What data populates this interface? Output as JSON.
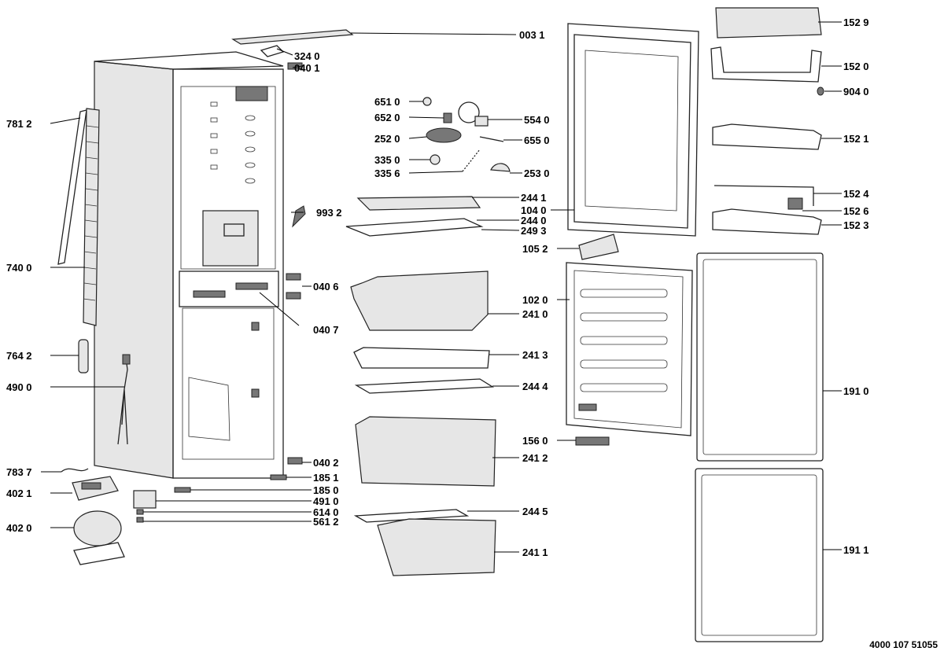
{
  "document_number": "4000 107 51055",
  "labels": [
    {
      "id": "003_1",
      "text": "003 1"
    },
    {
      "id": "324_0",
      "text": "324 0"
    },
    {
      "id": "040_1",
      "text": "040 1"
    },
    {
      "id": "781_2",
      "text": "781 2"
    },
    {
      "id": "651_0",
      "text": "651 0"
    },
    {
      "id": "652_0",
      "text": "652 0"
    },
    {
      "id": "554_0",
      "text": "554 0"
    },
    {
      "id": "252_0",
      "text": "252 0"
    },
    {
      "id": "655_0",
      "text": "655 0"
    },
    {
      "id": "335_0",
      "text": "335 0"
    },
    {
      "id": "335_6",
      "text": "335 6"
    },
    {
      "id": "253_0",
      "text": "253 0"
    },
    {
      "id": "244_1",
      "text": "244 1"
    },
    {
      "id": "104_0",
      "text": "104 0"
    },
    {
      "id": "244_0",
      "text": "244 0"
    },
    {
      "id": "249_3",
      "text": "249 3"
    },
    {
      "id": "993_2",
      "text": "993 2"
    },
    {
      "id": "740_0",
      "text": "740 0"
    },
    {
      "id": "105_2",
      "text": "105 2"
    },
    {
      "id": "040_6",
      "text": "040 6"
    },
    {
      "id": "040_7",
      "text": "040 7"
    },
    {
      "id": "102_0",
      "text": "102 0"
    },
    {
      "id": "241_0",
      "text": "241 0"
    },
    {
      "id": "764_2",
      "text": "764 2"
    },
    {
      "id": "241_3",
      "text": "241 3"
    },
    {
      "id": "490_0",
      "text": "490 0"
    },
    {
      "id": "244_4",
      "text": "244 4"
    },
    {
      "id": "156_0",
      "text": "156 0"
    },
    {
      "id": "241_2",
      "text": "241 2"
    },
    {
      "id": "040_2",
      "text": "040 2"
    },
    {
      "id": "783_7",
      "text": "783 7"
    },
    {
      "id": "185_1",
      "text": "185 1"
    },
    {
      "id": "402_1",
      "text": "402 1"
    },
    {
      "id": "185_0",
      "text": "185 0"
    },
    {
      "id": "491_0",
      "text": "491 0"
    },
    {
      "id": "614_0",
      "text": "614 0"
    },
    {
      "id": "561_2",
      "text": "561 2"
    },
    {
      "id": "244_5",
      "text": "244 5"
    },
    {
      "id": "402_0",
      "text": "402 0"
    },
    {
      "id": "241_1",
      "text": "241 1"
    },
    {
      "id": "152_9",
      "text": "152 9"
    },
    {
      "id": "152_0",
      "text": "152 0"
    },
    {
      "id": "904_0",
      "text": "904 0"
    },
    {
      "id": "152_1",
      "text": "152 1"
    },
    {
      "id": "152_4",
      "text": "152 4"
    },
    {
      "id": "152_6",
      "text": "152 6"
    },
    {
      "id": "152_3",
      "text": "152 3"
    },
    {
      "id": "191_0",
      "text": "191 0"
    },
    {
      "id": "191_1",
      "text": "191 1"
    }
  ]
}
